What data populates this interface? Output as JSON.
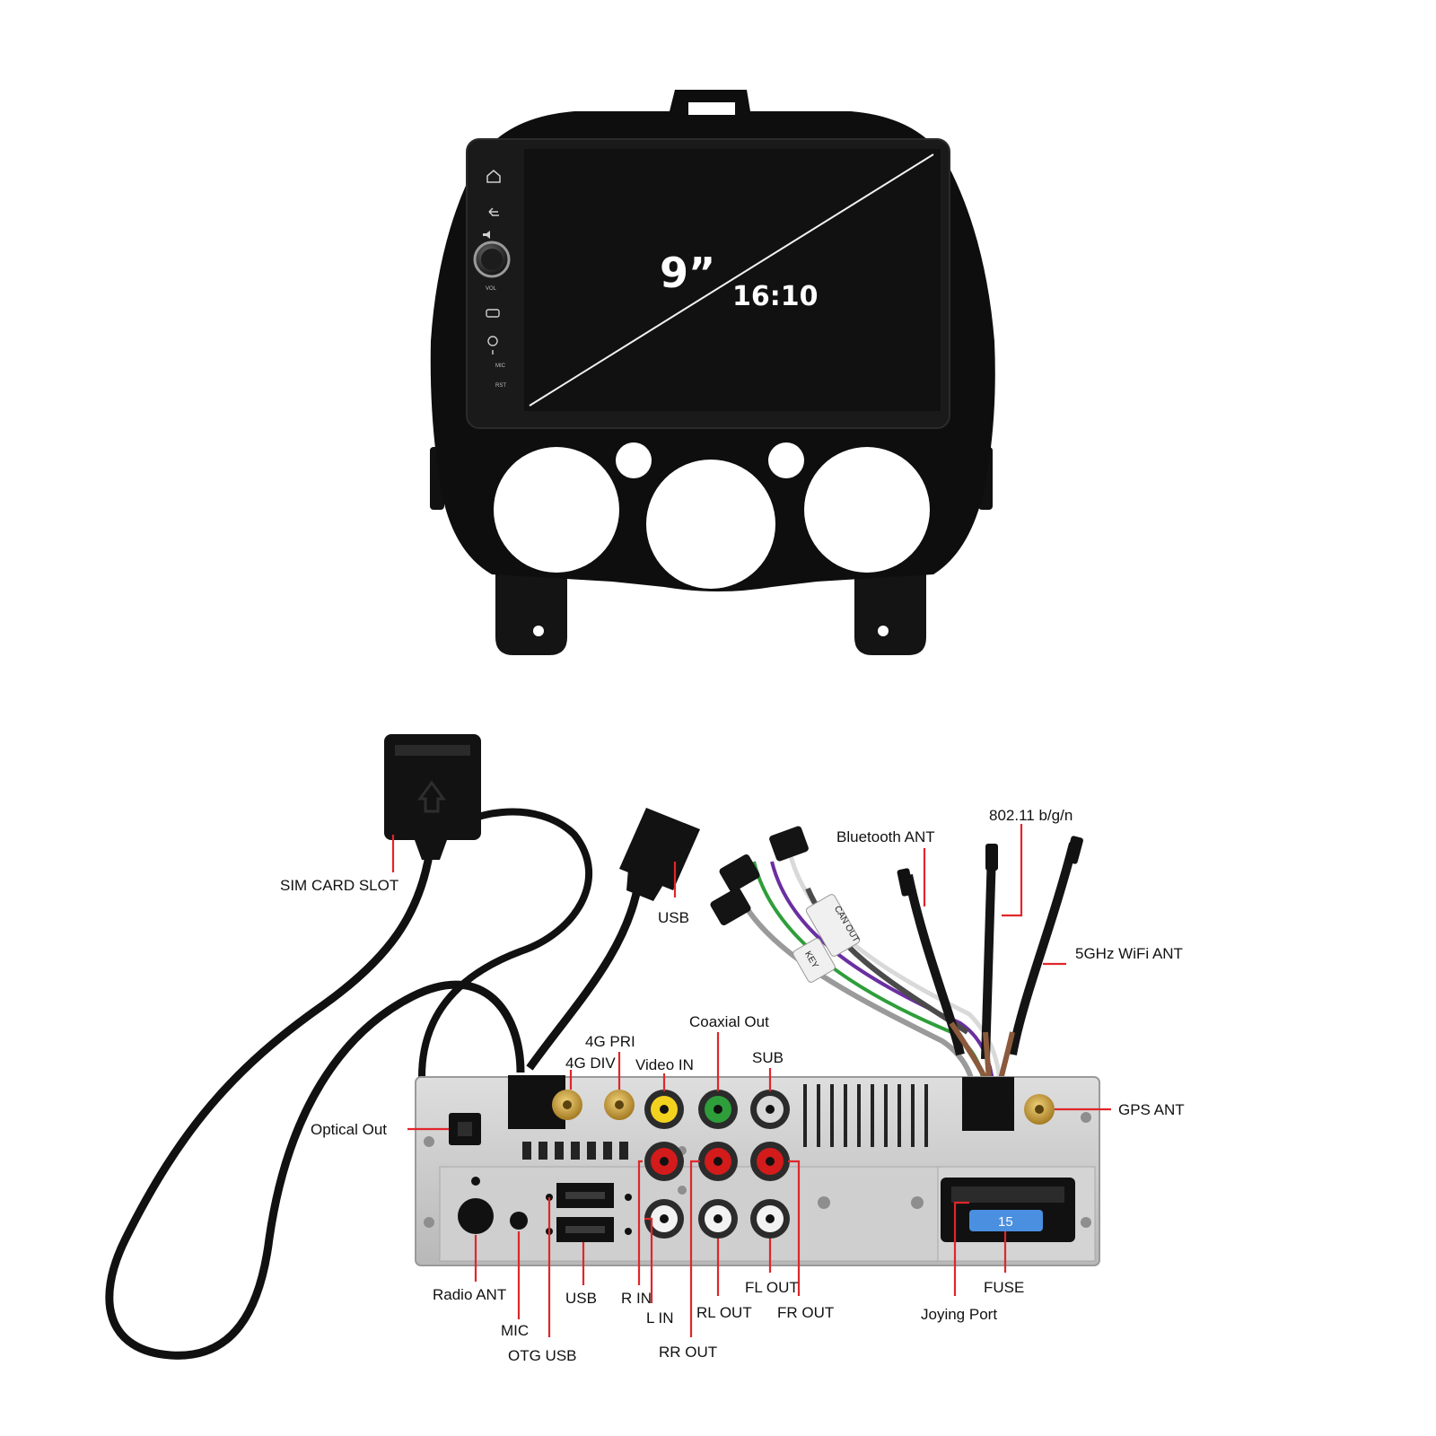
{
  "screen": {
    "size_label": "9”",
    "ratio_label": "16:10",
    "side_labels": {
      "vol": "VOL",
      "mic": "MIC",
      "rst": "RST"
    }
  },
  "callouts": {
    "sim_card_slot": "SIM CARD SLOT",
    "usb_cable": "USB",
    "bluetooth_ant": "Bluetooth ANT",
    "wifi_24": "802.11 b/g/n",
    "wifi_5": "5GHz WiFi ANT",
    "pri_4g": "4G PRI",
    "div_4g": "4G DIV",
    "video_in": "Video IN",
    "coaxial_out": "Coaxial Out",
    "sub": "SUB",
    "gps_ant": "GPS ANT",
    "optical_out": "Optical Out",
    "radio_ant": "Radio ANT",
    "mic": "MIC",
    "otg_usb": "OTG USB",
    "usb_port": "USB",
    "r_in": "R IN",
    "l_in": "L IN",
    "rr_out": "RR OUT",
    "rl_out": "RL OUT",
    "fl_out": "FL OUT",
    "fr_out": "FR OUT",
    "joying_port": "Joying Port",
    "fuse": "FUSE"
  },
  "cable_tags": {
    "can": "CAN OUT",
    "cam": "KEY"
  },
  "fuse_rating": "15",
  "colors": {
    "leader": "#e0262b",
    "panel": "#0e0e0e",
    "chassis": "#c9c9c9",
    "gold": "#c9a03c",
    "rca_yellow": "#f2d21e",
    "rca_green": "#2e9e3a",
    "rca_red": "#d31b1b",
    "rca_white": "#f2f2f2",
    "fuse_blue": "#4a8fe0"
  }
}
